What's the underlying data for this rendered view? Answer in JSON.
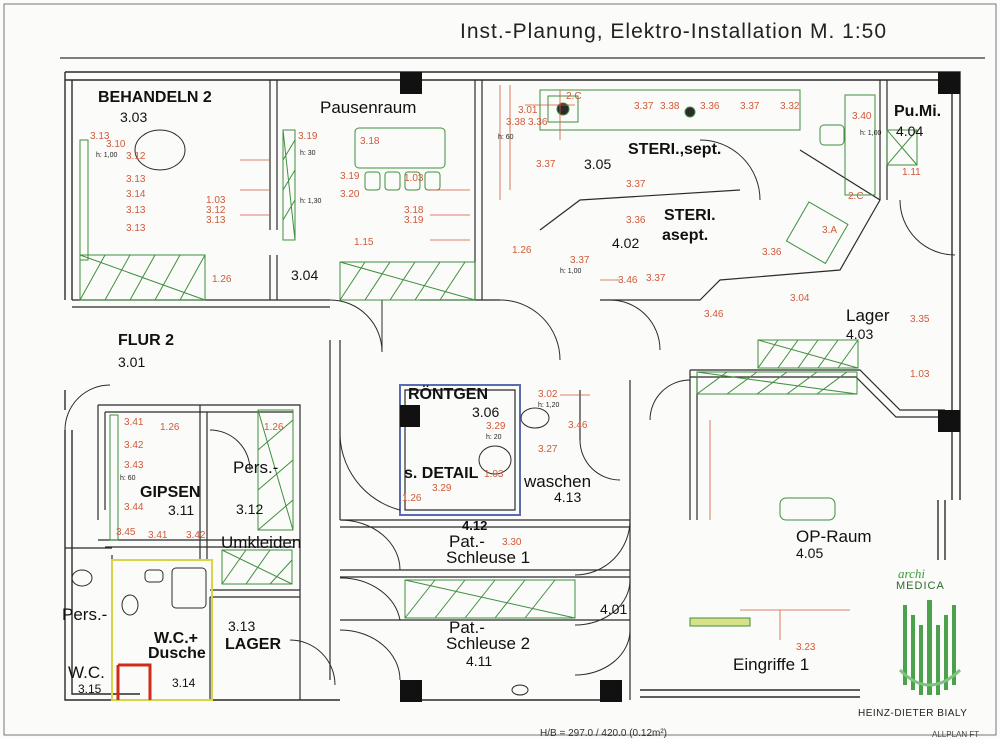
{
  "title": "Inst.-Planung, Elektro-Installation M. 1:50",
  "rooms": {
    "behandeln": {
      "name": "BEHANDELN 2",
      "number": "3.03"
    },
    "pausenraum": {
      "name": "Pausenraum"
    },
    "r304": {
      "number": "3.04"
    },
    "flur": {
      "name": "FLUR 2",
      "number": "3.01"
    },
    "steri_sept": {
      "name": "STERI.,sept.",
      "number": "3.05"
    },
    "steri_asept": {
      "name1": "STERI.",
      "name2": "asept.",
      "number": "4.02"
    },
    "pumi": {
      "name": "Pu.Mi.",
      "number": "4.04"
    },
    "lager403": {
      "name": "Lager",
      "number": "4.03"
    },
    "roentgen": {
      "name": "RÖNTGEN",
      "number": "3.06"
    },
    "sdetail": {
      "name": "s. DETAIL"
    },
    "waschen": {
      "name": "waschen",
      "number": "4.13"
    },
    "gipsen": {
      "name": "GIPSEN",
      "number": "3.11"
    },
    "pers312": {
      "name": "Pers.-",
      "number": "3.12"
    },
    "umkleiden": {
      "name": "Umkleiden"
    },
    "lager313": {
      "number": "3.13",
      "name": "LAGER"
    },
    "schleuse1": {
      "number": "4.12",
      "name1": "Pat.-",
      "name2": "Schleuse 1"
    },
    "schleuse2": {
      "name1": "Pat.-",
      "name2": "Schleuse 2",
      "number": "4.11"
    },
    "r401": {
      "number": "4.01"
    },
    "oproom": {
      "name": "OP-Raum",
      "number": "4.05"
    },
    "eingriffe": {
      "name": "Eingriffe 1"
    },
    "pers_wc": {
      "name": "Pers.-"
    },
    "wc": {
      "name": "W.C.",
      "number": "3.15"
    },
    "wcdusche": {
      "name1": "W.C.+",
      "name2": "Dusche",
      "number": "3.14"
    }
  },
  "circuits": [
    "3.13",
    "3.10",
    "3.12",
    "3.13",
    "3.14",
    "3.13",
    "3.13",
    "1.26",
    "3.19",
    "3.18",
    "3.19",
    "3.20",
    "1.03",
    "3.12",
    "3.13",
    "1.15",
    "1.03",
    "3.18",
    "3.19",
    "3.38",
    "3.01",
    "3.36",
    "3.37",
    "3.37",
    "3.38",
    "3.36",
    "3.37",
    "3.32",
    "3.40",
    "2.C",
    "1.11",
    "3.37",
    "3.36",
    "1.26",
    "3.37",
    "3.36",
    "3.46",
    "3.37",
    "3.46",
    "3.35",
    "1.03",
    "3.02",
    "3.46",
    "3.29",
    "3.27",
    "1.03",
    "3.29",
    "1.26",
    "3.41",
    "3.42",
    "3.43",
    "3.44",
    "3.45",
    "3.41",
    "3.42",
    "1.26",
    "1.26",
    "3.30",
    "3.23",
    "3.04",
    "3.A",
    "2.C"
  ],
  "heights": [
    "h: 1,00",
    "h: 30",
    "h: 60",
    "h: 1,00",
    "h: 1,30",
    "h: 1,00",
    "h: 60",
    "h: 1,20",
    "h: 20"
  ],
  "logo": {
    "line1": "archi",
    "line2": "MEDICA",
    "author": "HEINZ-DIETER BIALY"
  },
  "footer": {
    "size": "H/B = 297.0 / 420.0 (0.12m²)",
    "software": "ALLPLAN FT"
  },
  "colors": {
    "wall": "#2b2b2b",
    "fixture": "#3f8f3f",
    "circuit": "#d05a3a",
    "accent": "#5a6bb0",
    "wc_red": "#d02a1a"
  }
}
